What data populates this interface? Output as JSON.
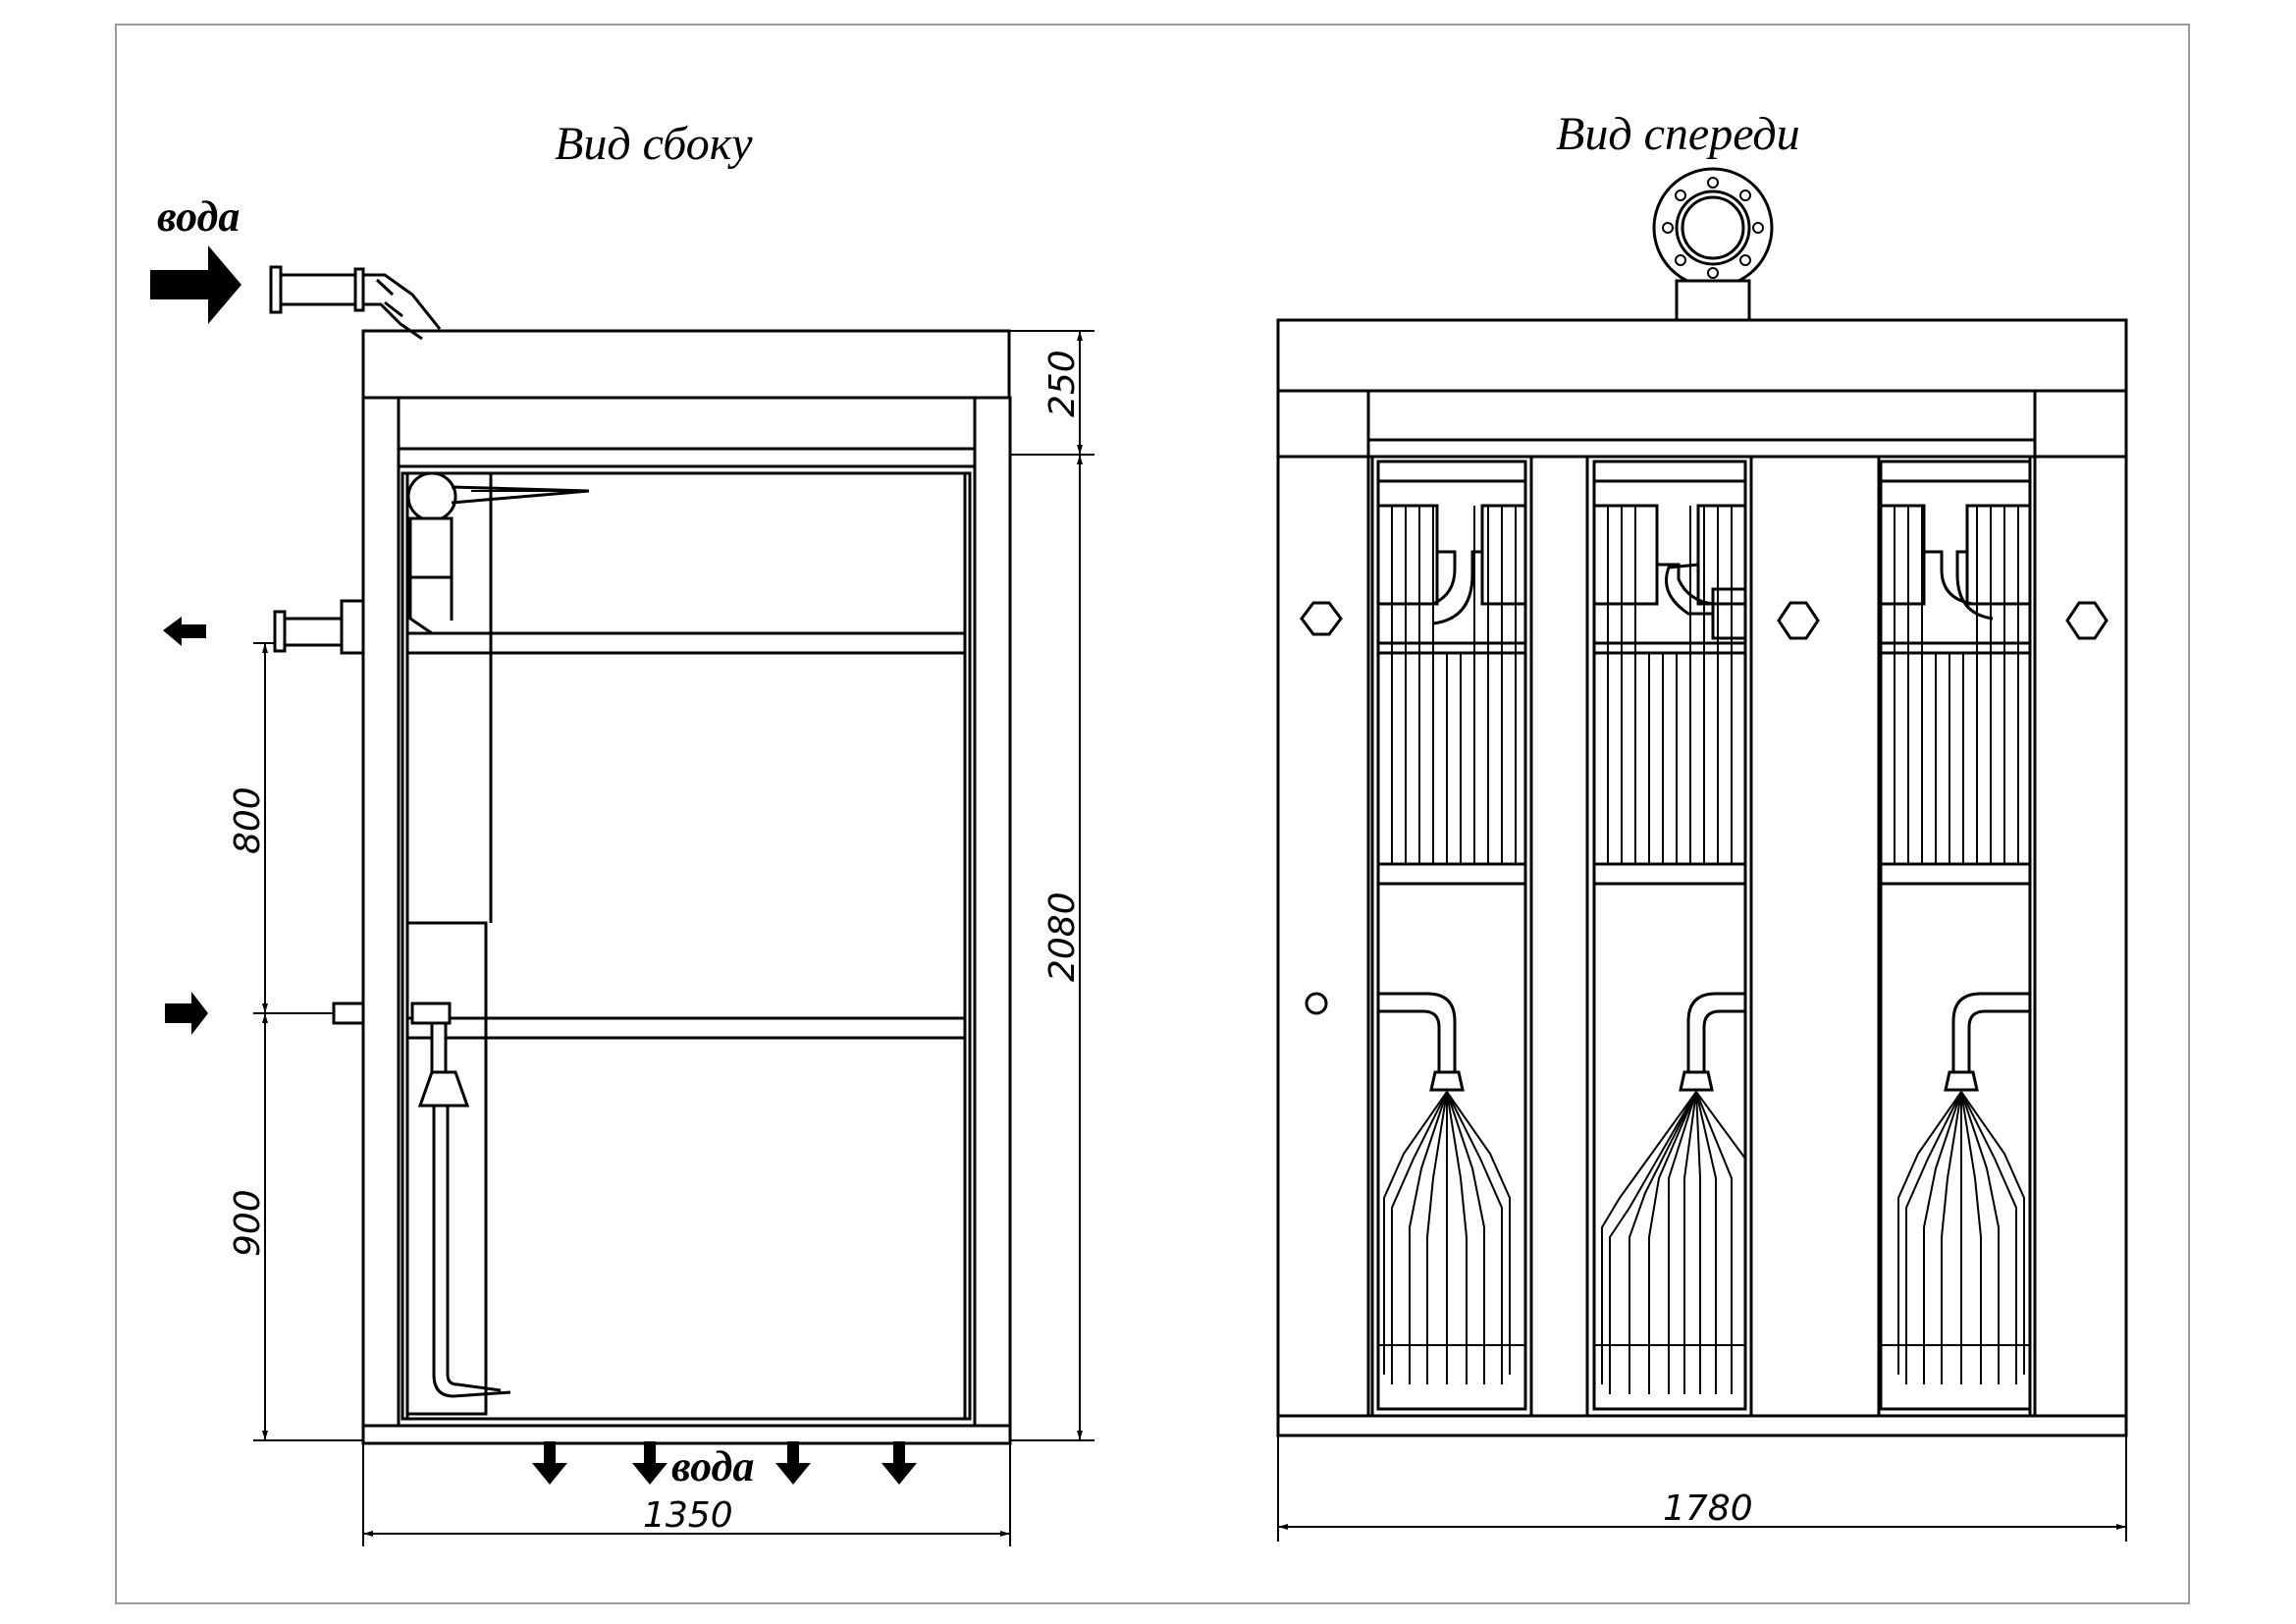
{
  "views": {
    "side": {
      "title": "Вид сбоку"
    },
    "front": {
      "title": "Вид спереди"
    }
  },
  "labels": {
    "water_in": "вода",
    "water_out": "вода"
  },
  "dimensions": {
    "top_section": "250",
    "total_height": "2080",
    "upper_span": "800",
    "lower_span": "900",
    "side_width": "1350",
    "front_width": "1780"
  }
}
